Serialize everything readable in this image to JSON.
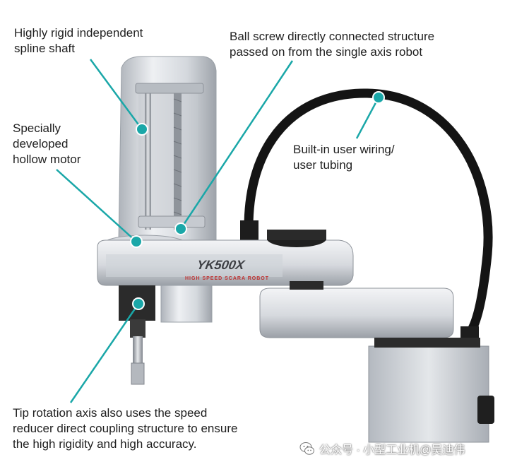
{
  "labels": {
    "spline_shaft": "Highly rigid independent\nspline shaft",
    "ball_screw": "Ball screw directly connected structure\npassed on from the single axis robot",
    "hollow_motor": "Specially\ndeveloped\nhollow motor",
    "user_wiring": "Built-in user wiring/\nuser tubing",
    "tip_rotation": "Tip rotation axis also uses the speed\nreducer direct coupling structure to ensure\nthe high rigidity and high accuracy."
  },
  "robot_text": {
    "model": "YK500X",
    "subtitle": "HIGH SPEED SCARA ROBOT"
  },
  "watermark": {
    "text": "公众号 · 小型工业机@吴迪伟"
  },
  "colors": {
    "callout": "#1aa7a8",
    "callout_dot_border": "#ffffff",
    "silver_light": "#e9ebee",
    "silver_mid": "#c9cdd3",
    "silver_dark": "#8e939a",
    "cable": "#141414",
    "text": "#1f1f1f"
  },
  "icons": {
    "watermark": "wechat-icon"
  }
}
